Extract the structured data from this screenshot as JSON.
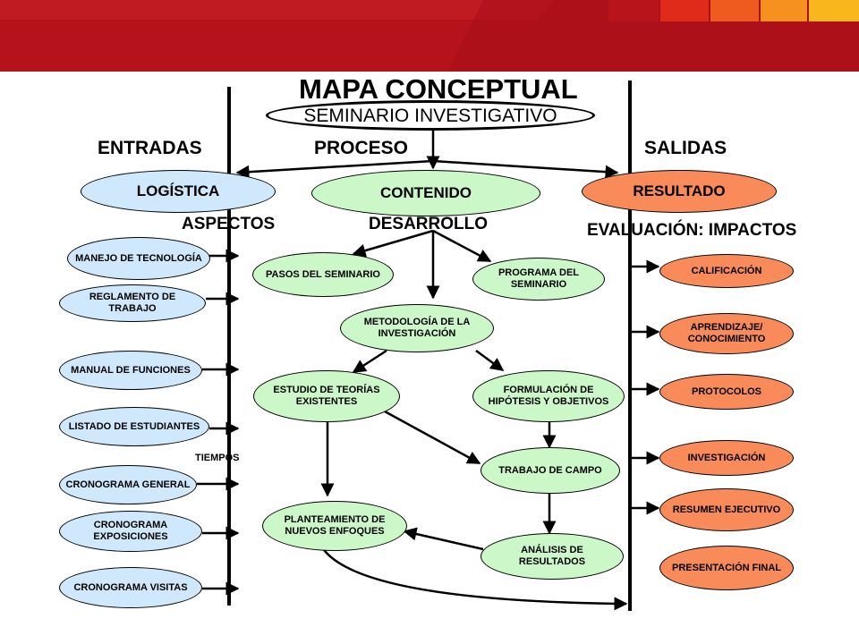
{
  "title": "MAPA CONCEPTUAL",
  "subtitle": "SEMINARIO INVESTIGATIVO",
  "columns": {
    "entradas": "ENTRADAS",
    "proceso": "PROCESO",
    "salidas": "SALIDAS"
  },
  "main_nodes": {
    "logistica": "LOGÍSTICA",
    "contenido": "CONTENIDO",
    "resultado": "RESULTADO"
  },
  "section_labels": {
    "aspectos": "ASPECTOS",
    "desarrollo": "DESARROLLO",
    "evaluacion": "EVALUACIÓN: IMPACTOS",
    "tiempos": "TIEMPOS"
  },
  "aspectos": [
    "MANEJO DE TECNOLOGÍA",
    "REGLAMENTO DE TRABAJO",
    "MANUAL DE FUNCIONES",
    "LISTADO DE ESTUDIANTES",
    "CRONOGRAMA GENERAL",
    "CRONOGRAMA EXPOSICIONES",
    "CRONOGRAMA VISITAS"
  ],
  "desarrollo": {
    "pasos": "PASOS DEL SEMINARIO",
    "programa": "PROGRAMA DEL SEMINARIO",
    "metodologia": "METODOLOGÍA DE LA INVESTIGACIÓN",
    "estudio": "ESTUDIO DE TEORÍAS EXISTENTES",
    "formulacion": "FORMULACIÓN DE HIPÓTESIS Y OBJETIVOS",
    "trabajo": "TRABAJO DE CAMPO",
    "planteamiento": "PLANTEAMIENTO DE NUEVOS ENFOQUES",
    "analisis": "ANÁLISIS DE RESULTADOS"
  },
  "impactos": [
    "CALIFICACIÓN",
    "APRENDIZAJE/ CONOCIMIENTO",
    "PROTOCOLOS",
    "INVESTIGACIÓN",
    "RESUMEN EJECUTIVO",
    "PRESENTACIÓN FINAL"
  ],
  "colors": {
    "banner_red": "#b5121b",
    "node_blue": "#cfe8fb",
    "node_green": "#ccf7c8",
    "node_orange": "#f98b5a"
  }
}
